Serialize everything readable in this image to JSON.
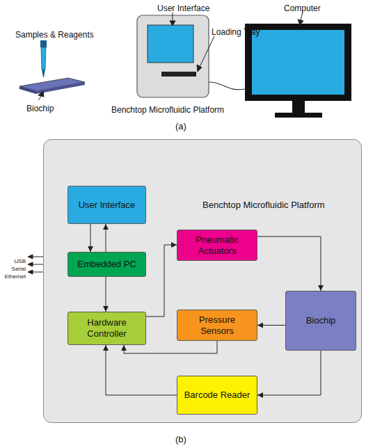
{
  "diagram": {
    "nodes": [
      {
        "text": [
          "Benchtop Microfluidic Platform"
        ]
      },
      {
        "text": [
          "User Interface"
        ],
        "in": 0
      },
      {
        "text": [
          "Embedded PC"
        ],
        "in": 0
      },
      {
        "text": [
          "Pneumatic Actuators"
        ],
        "in": 0
      },
      {
        "text": [
          "Hardware Controller"
        ],
        "in": 0
      },
      {
        "text": [
          "Pressure Sensors"
        ],
        "in": 0
      },
      {
        "text": [
          "Biochip"
        ],
        "in": 0
      },
      {
        "text": [
          "Barcode Reader"
        ],
        "in": 0
      }
    ],
    "edges": [
      {
        "from": 1,
        "to": 2,
        "arrow": "to"
      },
      {
        "from": 2,
        "to": 1,
        "arrow": "to"
      },
      {
        "from": 2,
        "to": 4,
        "arrow": "to"
      },
      {
        "from": 4,
        "to": 3,
        "arrow": "to"
      },
      {
        "from": 3,
        "to": 6,
        "arrow": "to"
      },
      {
        "from": 6,
        "to": 5,
        "arrow": "to"
      },
      {
        "from": 5,
        "to": 4,
        "arrow": "to"
      },
      {
        "from": 6,
        "to": 7,
        "arrow": "to"
      },
      {
        "from": 7,
        "to": 4,
        "arrow": "to"
      }
    ],
    "labels": [
      "User Interface",
      "Computer",
      "Samples & Reagents",
      "Loading Tray",
      "Biochip",
      "Benchtop Microfluidic Platform",
      "(a)",
      "USB",
      "Serial",
      "Ethernet",
      "(b)"
    ]
  }
}
